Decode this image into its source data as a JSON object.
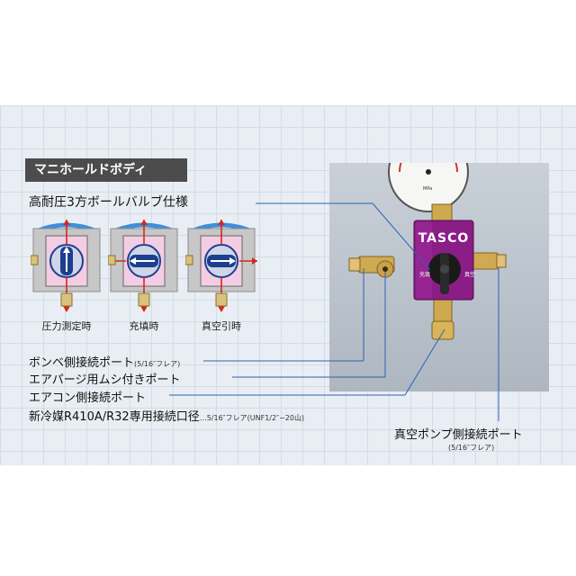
{
  "section_title": "マニホールドボディ",
  "valve_spec": "高耐圧3方ボールバルブ仕様",
  "diagram_captions": [
    "圧力測定時",
    "充填時",
    "真空引時"
  ],
  "labels": {
    "cylinder_port": "ボンベ側接続ポート",
    "cylinder_port_note": "(5/16″フレア)",
    "air_purge_port": "エアパージ用ムシ付きポート",
    "aircon_port": "エアコン側接続ポート",
    "refrigerant": "新冷媒R410A/R32専用接続口径",
    "refrigerant_note": "…5/16″フレア(UNF1/2″−20山)",
    "vacuum_port": "真空ポンプ側接続ポート",
    "vacuum_port_note": "(5/16″フレア)"
  },
  "photo": {
    "brand": "TASCO",
    "body_left_label": "充填",
    "body_right_label": "真空",
    "gauge_text": "MPa"
  },
  "colors": {
    "accent_blue": "#1d3f8f",
    "arrow_red": "#d8261b",
    "body_purple": "#8a1d86",
    "brass": "#c9a34a",
    "leader_blue": "#2a62b8"
  }
}
